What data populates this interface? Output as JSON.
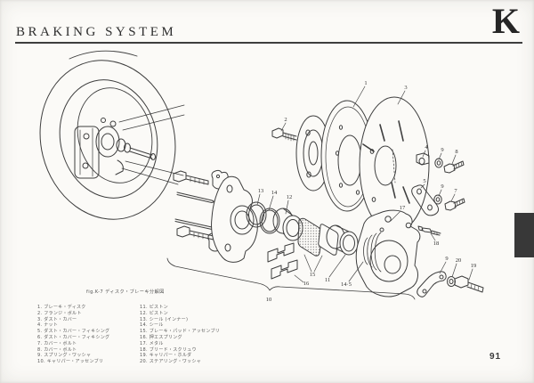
{
  "page": {
    "title": "BRAKING SYSTEM",
    "section_letter": "K",
    "page_number": "91"
  },
  "figure": {
    "caption": "fig.K-7  ディスク・ブレーキ分解図",
    "callouts": {
      "c1": "1",
      "c2": "2",
      "c3": "3",
      "c4": "4",
      "c5": "5",
      "c7": "7",
      "c8": "8",
      "c9a": "9",
      "c9b": "9",
      "c9c": "9",
      "c10": "10",
      "c11": "11",
      "c12": "12",
      "c13": "13",
      "c14": "14",
      "c14_5": "14·5",
      "c15": "15",
      "c16": "16",
      "c17": "17",
      "c18": "18",
      "c19": "19",
      "c20": "20"
    }
  },
  "parts_list": {
    "left": [
      "1. ブレーキ・ディスク",
      "2. フランジ・ボルト",
      "3. ダスト・カバー",
      "4. ナット",
      "5. ダスト・カバー・フィキシング",
      "6. ダスト・カバー・フィキシング",
      "7. カバー・ボルト",
      "8. カバー・ボルト",
      "9. スプリング・ワッシャ",
      "10. キャリパー・アッセンブリ"
    ],
    "right": [
      "11. ピストン",
      "12. ピストン",
      "13. シール (インナー)",
      "14. シール",
      "15. ブレーキ・パッド・アッセンブリ",
      "16. 押エスプリング",
      "17. メタル",
      "18. ブリード・スクリュウ",
      "19. キャリパー・ホルダ",
      "20. ステアリング・ワッシャ"
    ]
  }
}
